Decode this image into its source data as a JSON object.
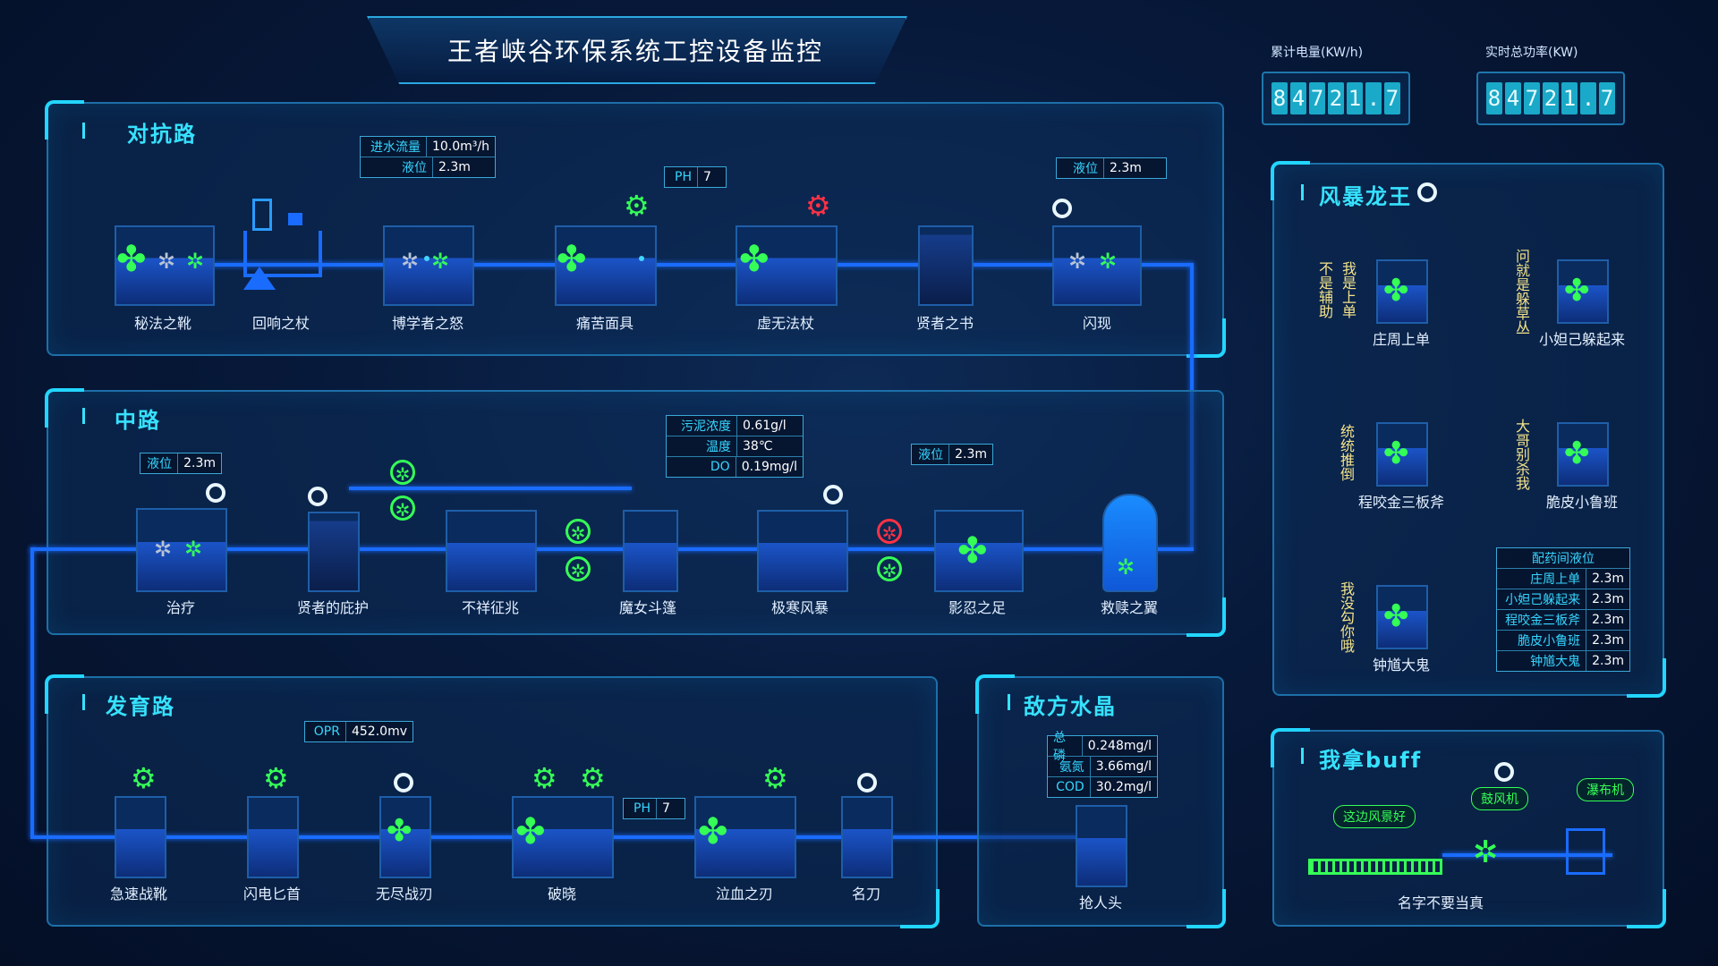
{
  "title": "王者峡谷环保系统工控设备监控",
  "meters": [
    {
      "label": "累计电量(KW/h)",
      "digits": [
        "8",
        "4",
        "7",
        "2",
        "1",
        ".",
        "7"
      ]
    },
    {
      "label": "实时总功率(KW)",
      "digits": [
        "8",
        "4",
        "7",
        "2",
        "1",
        ".",
        "7"
      ]
    }
  ],
  "sections": {
    "top": {
      "title": "对抗路"
    },
    "mid": {
      "title": "中路"
    },
    "bottom": {
      "title": "发育路"
    },
    "enemy": {
      "title": "敌方水晶"
    },
    "dragon": {
      "title": "风暴龙王"
    },
    "buff": {
      "title": "我拿buff"
    }
  },
  "top_units": [
    "秘法之靴",
    "回响之杖",
    "博学者之怒",
    "痛苦面具",
    "虚无法杖",
    "贤者之书",
    "闪现"
  ],
  "top_tags": {
    "inflow": {
      "k": "进水流量",
      "v": "10.0m³/h"
    },
    "level1": {
      "k": "液位",
      "v": "2.3m"
    },
    "ph": {
      "k": "PH",
      "v": "7"
    },
    "level2": {
      "k": "液位",
      "v": "2.3m"
    }
  },
  "mid_units": [
    "治疗",
    "贤者的庇护",
    "不祥征兆",
    "魔女斗篷",
    "极寒风暴",
    "影忍之足",
    "救赎之翼"
  ],
  "mid_tags": {
    "level1": {
      "k": "液位",
      "v": "2.3m"
    },
    "sludge": {
      "k": "污泥浓度",
      "v": "0.61g/l"
    },
    "temp": {
      "k": "温度",
      "v": "38℃"
    },
    "do": {
      "k": "DO",
      "v": "0.19mg/l"
    },
    "level2": {
      "k": "液位",
      "v": "2.3m"
    }
  },
  "bottom_units": [
    "急速战靴",
    "闪电匕首",
    "无尽战刃",
    "破晓",
    "泣血之刃",
    "名刀"
  ],
  "bottom_tags": {
    "opr": {
      "k": "OPR",
      "v": "452.0mv"
    },
    "ph": {
      "k": "PH",
      "v": "7"
    }
  },
  "enemy": {
    "unit": "抢人头",
    "rows": [
      {
        "k": "总磷",
        "v": "0.248mg/l"
      },
      {
        "k": "氨氮",
        "v": "3.66mg/l"
      },
      {
        "k": "COD",
        "v": "30.2mg/l"
      }
    ]
  },
  "dragon": {
    "units": [
      "庄周上单",
      "小妲己躲起来",
      "程咬金三板斧",
      "脆皮小鲁班",
      "钟馗大鬼"
    ],
    "notes": [
      "我是上单",
      "不是辅助",
      "问就是躲草丛",
      "统统推倒",
      "大哥别杀我",
      "我没勾你哦"
    ],
    "table_title": "配药间液位",
    "rows": [
      {
        "k": "庄周上单",
        "v": "2.3m"
      },
      {
        "k": "小妲己躲起来",
        "v": "2.3m"
      },
      {
        "k": "程咬金三板斧",
        "v": "2.3m"
      },
      {
        "k": "脆皮小鲁班",
        "v": "2.3m"
      },
      {
        "k": "钟馗大鬼",
        "v": "2.3m"
      }
    ]
  },
  "buff": {
    "pill1": "这边风景好",
    "pill2": "鼓风机",
    "pill3": "瀑布机",
    "caption": "名字不要当真"
  },
  "colors": {
    "accent": "#22d6ff",
    "pipe": "#1a6cff",
    "green": "#35ff57",
    "red": "#ff3145"
  }
}
